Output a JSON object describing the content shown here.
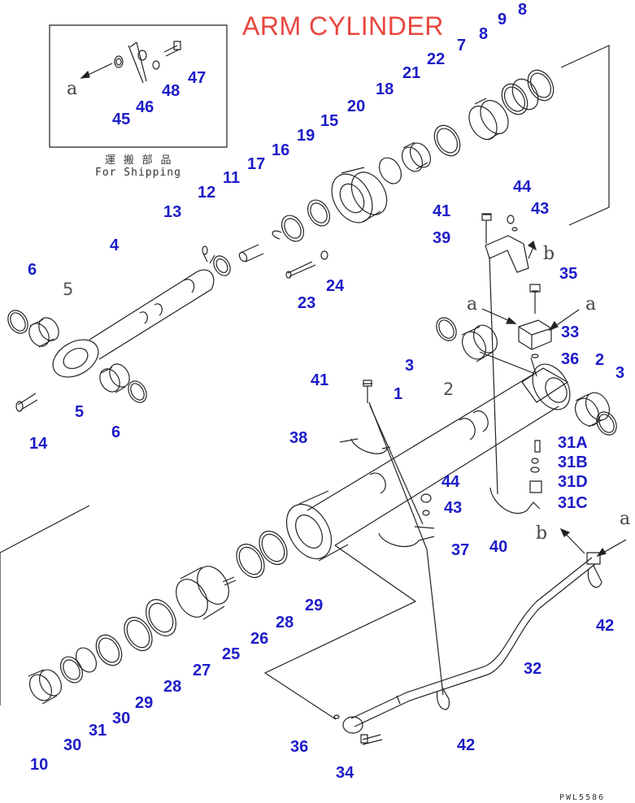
{
  "title": "ARM CYLINDER",
  "shipping": {
    "jp": "運 搬 部 品",
    "en": "For Shipping"
  },
  "figure_code": "PWL5586",
  "reference_letters": [
    "a",
    "a",
    "a",
    "a",
    "b",
    "b"
  ],
  "part_numbers": [
    "1",
    "2",
    "3",
    "3",
    "4",
    "5",
    "6",
    "6",
    "7",
    "8",
    "8",
    "9",
    "10",
    "11",
    "12",
    "13",
    "14",
    "15",
    "16",
    "17",
    "18",
    "19",
    "20",
    "21",
    "22",
    "23",
    "24",
    "25",
    "26",
    "27",
    "28",
    "28",
    "29",
    "29",
    "30",
    "30",
    "31",
    "31A",
    "31B",
    "31C",
    "31D",
    "32",
    "33",
    "34",
    "35",
    "36",
    "36",
    "37",
    "38",
    "39",
    "40",
    "41",
    "41",
    "42",
    "42",
    "43",
    "43",
    "44",
    "44",
    "45",
    "46",
    "47",
    "48",
    "5",
    "2"
  ]
}
